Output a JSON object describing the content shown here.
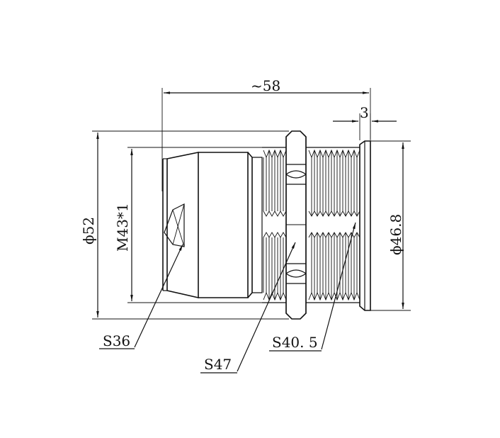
{
  "drawing": {
    "dimensions": {
      "overall_length": "~58",
      "flange_thickness": "3",
      "outer_diameter": "ϕ52",
      "thread": "M43*1",
      "flange_diameter": "ϕ46.8"
    },
    "callouts": {
      "wrench_flat_small": "S36",
      "wrench_hex_nut": "S47",
      "wrench_body": "S40. 5"
    },
    "colors": {
      "ink": "#111111",
      "background": "#ffffff"
    }
  }
}
